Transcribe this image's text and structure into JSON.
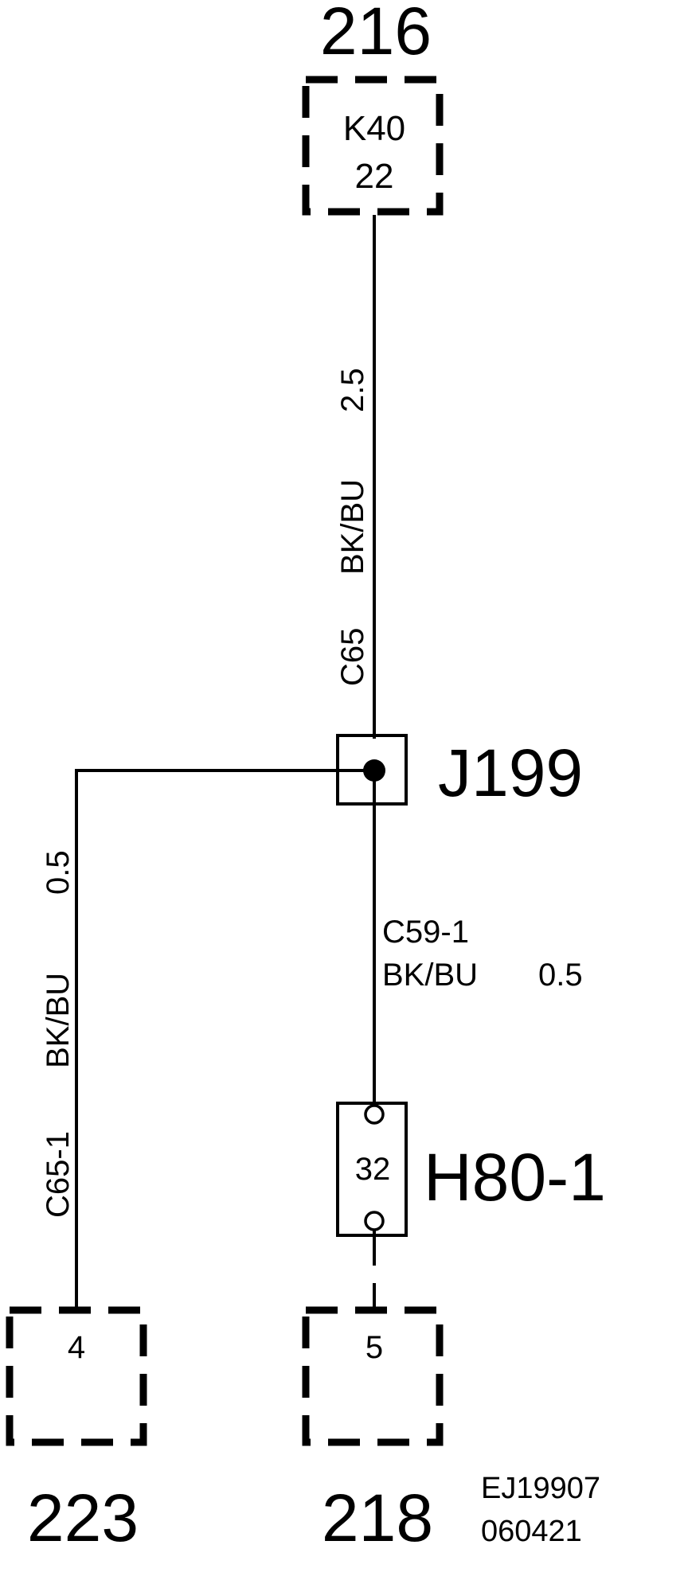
{
  "diagram": {
    "top_page_ref": "216",
    "connector_top": {
      "name": "K40",
      "pin": "22"
    },
    "wire_top": {
      "circuit": "C65",
      "color": "BK/BU",
      "size": "2.5"
    },
    "junction": {
      "name": "J199"
    },
    "wire_left": {
      "circuit": "C65-1",
      "color": "BK/BU",
      "size": "0.5"
    },
    "wire_right": {
      "circuit": "C59-1",
      "color": "BK/BU",
      "size": "0.5"
    },
    "component": {
      "name": "H80-1",
      "pin": "32"
    },
    "connector_bottom_left": {
      "pin": "4",
      "page_ref": "223"
    },
    "connector_bottom_right": {
      "pin": "5",
      "page_ref": "218"
    },
    "drawing_code": {
      "line1": "EJ19907",
      "line2": "060421"
    }
  }
}
